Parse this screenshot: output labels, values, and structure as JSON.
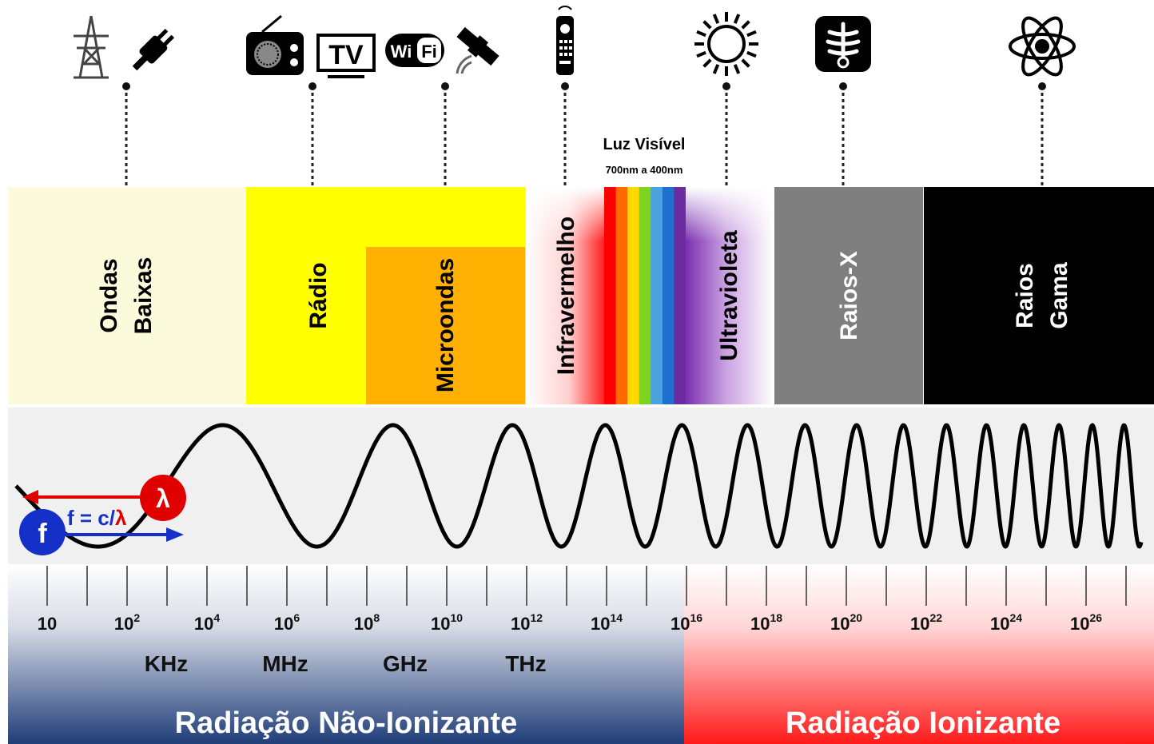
{
  "bands": {
    "ondas_baixas": [
      "Ondas",
      "Baixas"
    ],
    "radio": "Rádio",
    "microondas": "Microondas",
    "infravermelho": "Infravermelho",
    "ultravioleta": "Ultravioleta",
    "raios_x": "Raios-X",
    "raios_gama": [
      "Raios",
      "Gama"
    ]
  },
  "visible_light": {
    "title": "Luz Visível",
    "range": "700nm a 400nm",
    "colors": [
      "#ff0000",
      "#ff6a00",
      "#ffd800",
      "#7ed321",
      "#4aa3df",
      "#1e6fd0",
      "#6a2c9e"
    ]
  },
  "formula": {
    "f_symbol": "f",
    "lambda_symbol": "λ",
    "text_prefix": "f = c/",
    "text_lambda": "λ"
  },
  "scale": {
    "ticks": [
      {
        "base": "10",
        "exp": ""
      },
      {
        "base": "10",
        "exp": "2"
      },
      {
        "base": "10",
        "exp": "4"
      },
      {
        "base": "10",
        "exp": "6"
      },
      {
        "base": "10",
        "exp": "8"
      },
      {
        "base": "10",
        "exp": "10"
      },
      {
        "base": "10",
        "exp": "12"
      },
      {
        "base": "10",
        "exp": "14"
      },
      {
        "base": "10",
        "exp": "16"
      },
      {
        "base": "10",
        "exp": "18"
      },
      {
        "base": "10",
        "exp": "20"
      },
      {
        "base": "10",
        "exp": "22"
      },
      {
        "base": "10",
        "exp": "24"
      },
      {
        "base": "10",
        "exp": "26"
      }
    ],
    "units": [
      "KHz",
      "MHz",
      "GHz",
      "THz"
    ]
  },
  "footer": {
    "non_ionizing": "Radiação Não-Ionizante",
    "ionizing": "Radiação Ionizante"
  },
  "icons": [
    "power-tower-icon",
    "plug-icon",
    "radio-icon",
    "tv-icon",
    "wifi-icon",
    "satellite-icon",
    "remote-control-icon",
    "sun-icon",
    "xray-icon",
    "atom-icon"
  ],
  "tv_icon_text": "TV",
  "wifi_icon_text": [
    "Wi",
    "Fi"
  ],
  "colors": {
    "ondas_baixas": "#fbfbdc",
    "radio": "#ffff00",
    "microondas": "#ffb000",
    "raios_x": "#7f7f7f",
    "raios_gama": "#000000",
    "formula_blue": "#1530c8",
    "formula_red": "#e00000",
    "footer_blue": "#1f3d78",
    "footer_red": "#ff1a1a"
  }
}
